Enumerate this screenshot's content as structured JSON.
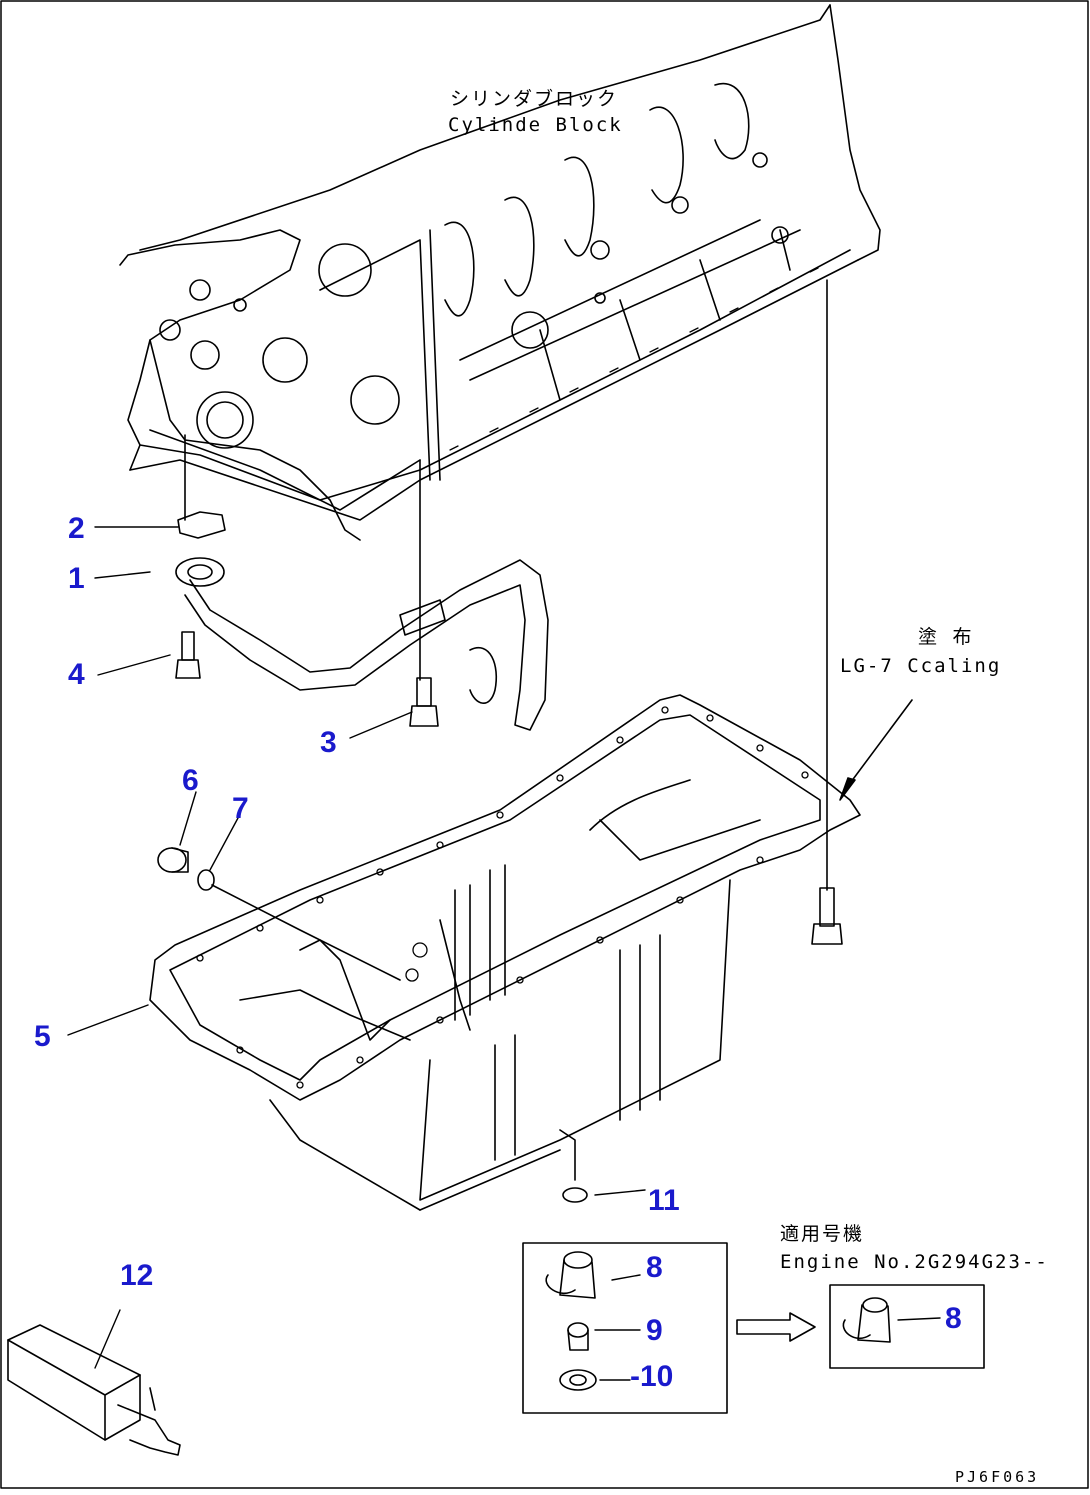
{
  "colors": {
    "line": "#000000",
    "callout": "#1a1acc",
    "background": "#ffffff"
  },
  "labels": {
    "cylinder_block_jp": "シリンダブロック",
    "cylinder_block_en": "Cylinde  Block",
    "sealant_jp": "塗 布",
    "sealant_en": "LG-7 Ccaling",
    "applicable_jp": "適用号機",
    "applicable_en": "Engine No.2G294G23--",
    "drawing_code": "PJ6F063"
  },
  "callouts": [
    {
      "id": "c1",
      "text": "1"
    },
    {
      "id": "c2",
      "text": "2"
    },
    {
      "id": "c3",
      "text": "3"
    },
    {
      "id": "c4",
      "text": "4"
    },
    {
      "id": "c5",
      "text": "5"
    },
    {
      "id": "c6",
      "text": "6"
    },
    {
      "id": "c7",
      "text": "7"
    },
    {
      "id": "c8a",
      "text": "8"
    },
    {
      "id": "c9",
      "text": "9"
    },
    {
      "id": "c10",
      "text": "-10"
    },
    {
      "id": "c11",
      "text": "11"
    },
    {
      "id": "c12",
      "text": "12"
    },
    {
      "id": "c8b",
      "text": "8"
    }
  ]
}
